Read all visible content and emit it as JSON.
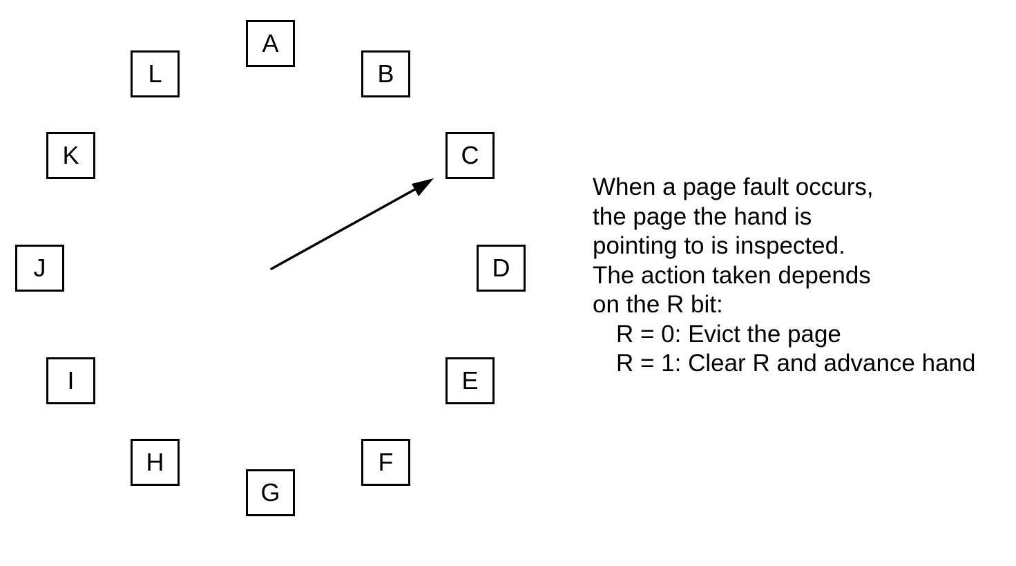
{
  "clock": {
    "pages": [
      "A",
      "B",
      "C",
      "D",
      "E",
      "F",
      "G",
      "H",
      "I",
      "J",
      "K",
      "L"
    ]
  },
  "description": {
    "lines": [
      "When a page fault occurs,",
      "the page the hand is",
      "pointing to is inspected.",
      "The action taken depends",
      "on the R bit:"
    ],
    "rules": [
      "R = 0: Evict the page",
      "R = 1: Clear R and advance hand"
    ]
  }
}
